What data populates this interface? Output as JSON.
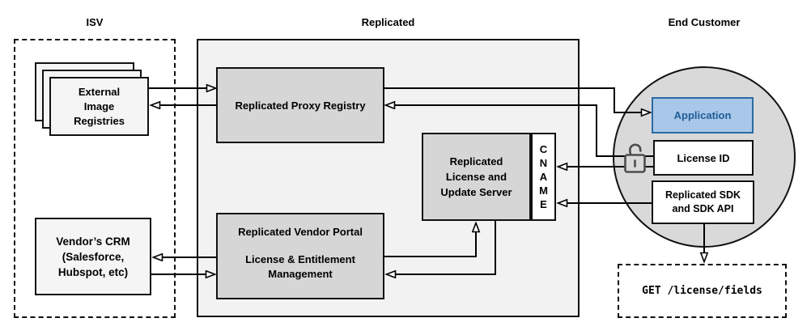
{
  "headers": {
    "isv": "ISV",
    "replicated": "Replicated",
    "end_customer": "End Customer"
  },
  "nodes": {
    "external_registries": "External\nImage\nRegistries",
    "vendor_crm": "Vendor’s CRM\n(Salesforce,\nHubspot, etc)",
    "proxy_registry": "Replicated Proxy Registry",
    "license_update_server": "Replicated\nLicense and\nUpdate Server",
    "cname": "C\nN\nA\nM\nE",
    "vendor_portal_title": "Replicated Vendor Portal",
    "vendor_portal_subtitle": "License & Entitlement\nManagement",
    "application": "Application",
    "license_id": "License ID",
    "replicated_sdk": "Replicated SDK\nand SDK API",
    "get_endpoint": "GET /license/fields"
  },
  "icons": {
    "lock": "unlocked-padlock-icon"
  },
  "edges": [
    {
      "from": "external_registries",
      "to": "proxy_registry"
    },
    {
      "from": "proxy_registry",
      "to": "external_registries"
    },
    {
      "from": "proxy_registry",
      "to": "application"
    },
    {
      "from": "license_id",
      "to": "proxy_registry"
    },
    {
      "from": "license_id",
      "to": "cname"
    },
    {
      "from": "replicated_sdk",
      "to": "cname"
    },
    {
      "from": "vendor_portal",
      "to": "vendor_crm"
    },
    {
      "from": "vendor_crm",
      "to": "vendor_portal"
    },
    {
      "from": "vendor_portal",
      "to": "license_update_server"
    },
    {
      "from": "license_update_server",
      "to": "vendor_portal"
    },
    {
      "from": "replicated_sdk",
      "to": "get_endpoint"
    }
  ],
  "colors": {
    "application_fill": "#a9c7e8",
    "application_border": "#2a6aa5",
    "application_text": "#1e5c97",
    "node_gray": "#d6d6d6",
    "container_gray": "#f2f2f2",
    "circle_gray": "#d9d9d9",
    "light_box": "#f5f5f5",
    "line": "#000000"
  }
}
